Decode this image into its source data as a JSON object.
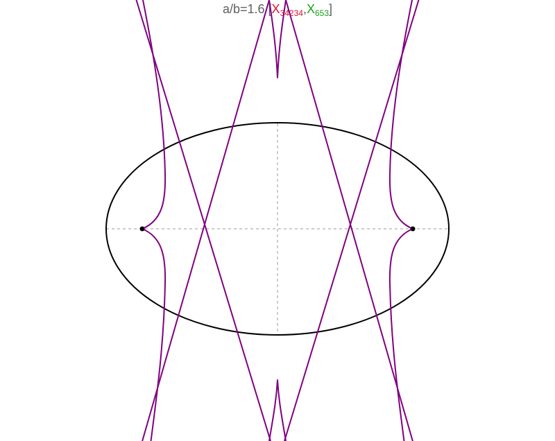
{
  "title": {
    "prefix": "a/b=1.6 [",
    "x1_letter": "X",
    "x1_sub": "34234",
    "comma": ",",
    "x2_letter": "X",
    "x2_sub": "653",
    "suffix": "]"
  },
  "colors": {
    "prefix": "#606060",
    "x1": "#e0102a",
    "x2": "#18a018",
    "ellipse": "#000000",
    "axes": "#999999",
    "curves": "#800080",
    "foci": "#000000"
  }
}
